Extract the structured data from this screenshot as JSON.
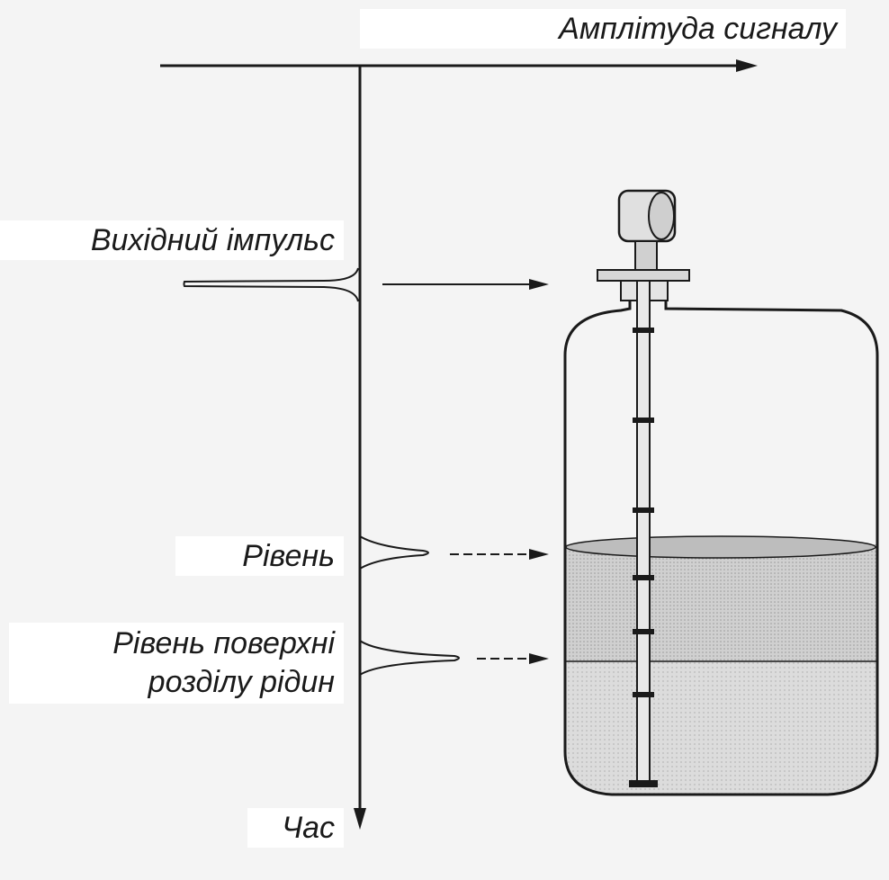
{
  "labels": {
    "amplitude": "Амплітуда сигналу",
    "output_pulse": "Вихідний імпульс",
    "level": "Рівень",
    "interface_line1": "Рівень поверхні",
    "interface_line2": "розділу рідин",
    "time": "Час"
  },
  "colors": {
    "ink": "#1a1a1a",
    "liquid_upper": "#c9c9c9",
    "liquid_lower": "#d9d9d9",
    "background": "#f4f4f4"
  }
}
